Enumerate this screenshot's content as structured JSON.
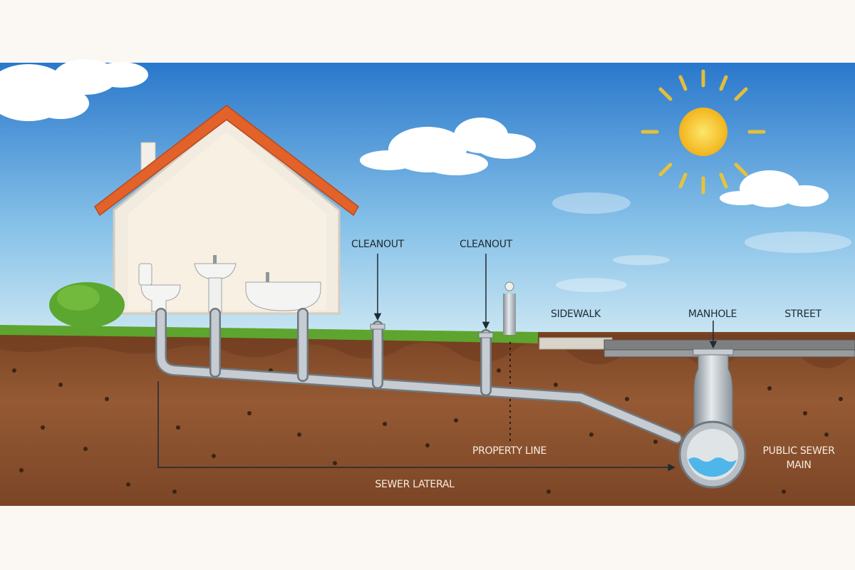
{
  "labels": {
    "cleanout_1": "CLEANOUT",
    "cleanout_2": "CLEANOUT",
    "sidewalk": "SIDEWALK",
    "manhole": "MANHOLE",
    "street": "STREET",
    "property_line": "PROPERTY LINE",
    "public_sewer_main_line1": "PUBLIC SEWER",
    "public_sewer_main_line2": "MAIN",
    "sewer_lateral": "SEWER LATERAL"
  },
  "colors": {
    "sky_top": "#2f7fd0",
    "sky_bottom": "#bfe0f2",
    "soil": "#8a5130",
    "grass": "#5da52e",
    "roof": "#e2622a",
    "pipe": "#b9c0c6",
    "water": "#4fb6ea",
    "sun": "#f7c62a"
  }
}
